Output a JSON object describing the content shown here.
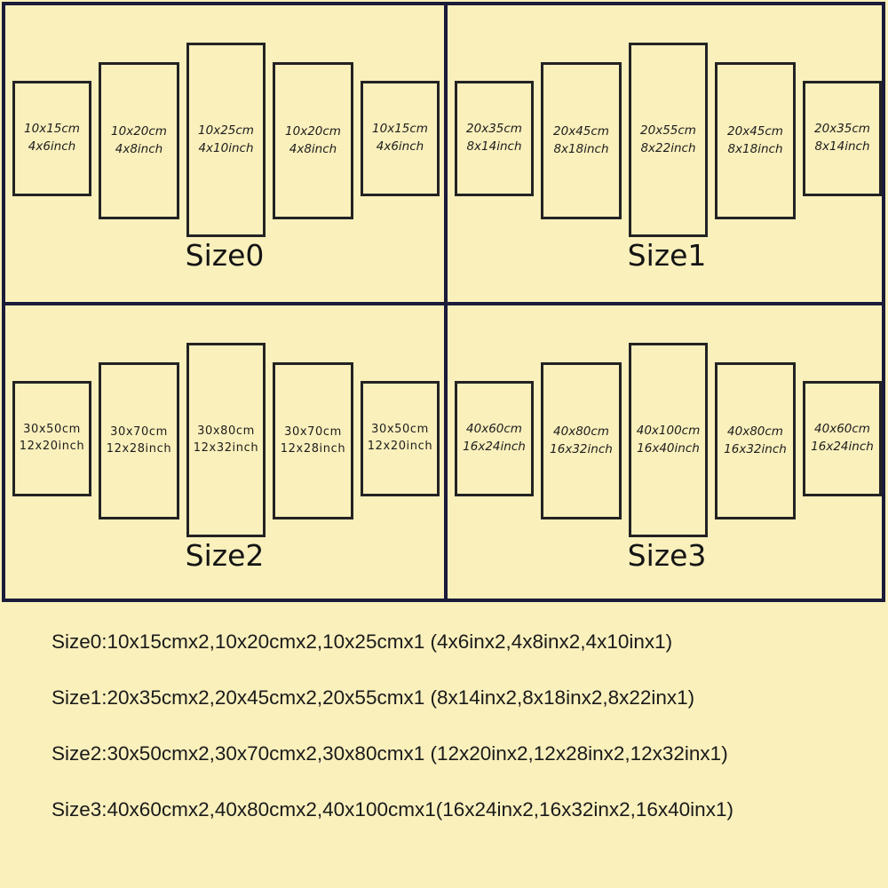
{
  "colors": {
    "background": "#faf0bc",
    "border": "#1b1b3a",
    "panel_stroke": "#232323",
    "text": "#1a1a1a"
  },
  "quadrants": [
    {
      "id": "size0",
      "title": "Size0",
      "label_style": "italic",
      "panels": [
        {
          "cm": "10x15cm",
          "inch": "4x6inch"
        },
        {
          "cm": "10x20cm",
          "inch": "4x8inch"
        },
        {
          "cm": "10x25cm",
          "inch": "4x10inch"
        },
        {
          "cm": "10x20cm",
          "inch": "4x8inch"
        },
        {
          "cm": "10x15cm",
          "inch": "4x6inch"
        }
      ]
    },
    {
      "id": "size1",
      "title": "Size1",
      "label_style": "italic",
      "panels": [
        {
          "cm": "20x35cm",
          "inch": "8x14inch"
        },
        {
          "cm": "20x45cm",
          "inch": "8x18inch"
        },
        {
          "cm": "20x55cm",
          "inch": "8x22inch"
        },
        {
          "cm": "20x45cm",
          "inch": "8x18inch"
        },
        {
          "cm": "20x35cm",
          "inch": "8x14inch"
        }
      ]
    },
    {
      "id": "size2",
      "title": "Size2",
      "label_style": "upright",
      "panels": [
        {
          "cm": "30x50cm",
          "inch": "12x20inch"
        },
        {
          "cm": "30x70cm",
          "inch": "12x28inch"
        },
        {
          "cm": "30x80cm",
          "inch": "12x32inch"
        },
        {
          "cm": "30x70cm",
          "inch": "12x28inch"
        },
        {
          "cm": "30x50cm",
          "inch": "12x20inch"
        }
      ]
    },
    {
      "id": "size3",
      "title": "Size3",
      "label_style": "italic",
      "panels": [
        {
          "cm": "40x60cm",
          "inch": "16x24inch"
        },
        {
          "cm": "40x80cm",
          "inch": "16x32inch"
        },
        {
          "cm": "40x100cm",
          "inch": "16x40inch"
        },
        {
          "cm": "40x80cm",
          "inch": "16x32inch"
        },
        {
          "cm": "40x60cm",
          "inch": "16x24inch"
        }
      ]
    }
  ],
  "legend": {
    "lines": [
      "Size0:10x15cmx2,10x20cmx2,10x25cmx1 (4x6inx2,4x8inx2,4x10inx1)",
      "Size1:20x35cmx2,20x45cmx2,20x55cmx1 (8x14inx2,8x18inx2,8x22inx1)",
      "Size2:30x50cmx2,30x70cmx2,30x80cmx1 (12x20inx2,12x28inx2,12x32inx1)",
      "Size3:40x60cmx2,40x80cmx2,40x100cmx1(16x24inx2,16x32inx2,16x40inx1)"
    ]
  }
}
